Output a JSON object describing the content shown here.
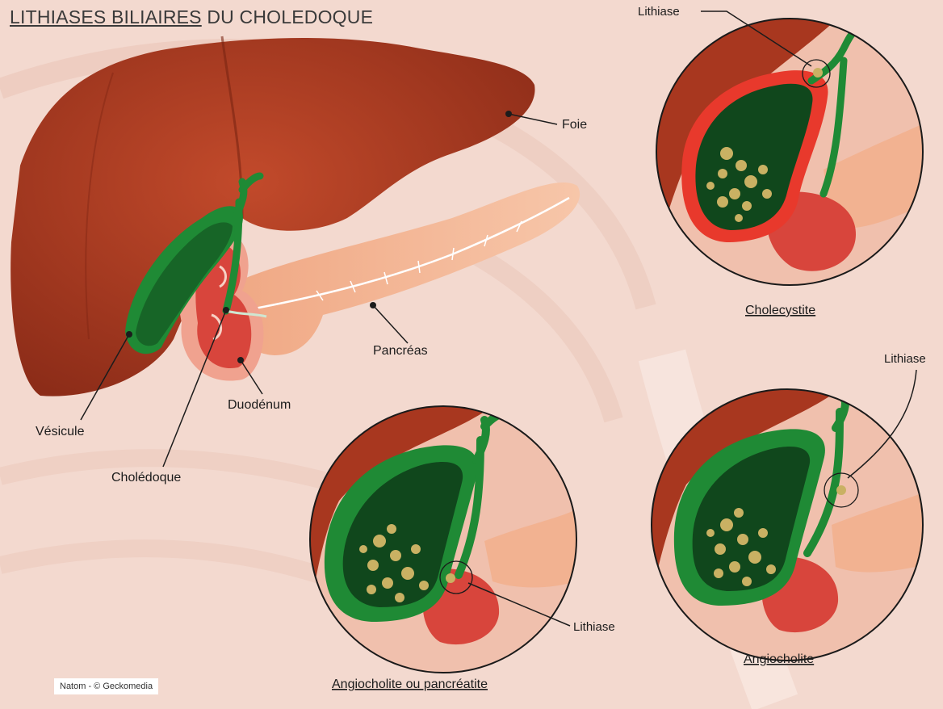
{
  "title": {
    "part1": "LITHIASES BILIAIRES",
    "part2": "DU CHOLEDOQUE"
  },
  "labels": {
    "foie": "Foie",
    "pancreas": "Pancréas",
    "duodenum": "Duodénum",
    "vesicule": "Vésicule",
    "choledoque": "Cholédoque"
  },
  "insets": {
    "cholecystite": {
      "caption": "Cholecystite",
      "lithiase": "Lithiase"
    },
    "angiocholite_pancreatite": {
      "caption": "Angiocholite ou pancréatite",
      "lithiase": "Lithiase"
    },
    "angiocholite": {
      "caption": "Angiocholite",
      "lithiase": "Lithiase"
    }
  },
  "credit": "Natom - © Geckomedia",
  "colors": {
    "background": "#f3d9cf",
    "liver": "#a8371f",
    "gallbladder": "#1f8a35",
    "bile": "#10471c",
    "stones": "#c9b163",
    "pancreas": "#f2b291",
    "duodenum": "#d8453c",
    "inflamed": "#e8392c"
  }
}
